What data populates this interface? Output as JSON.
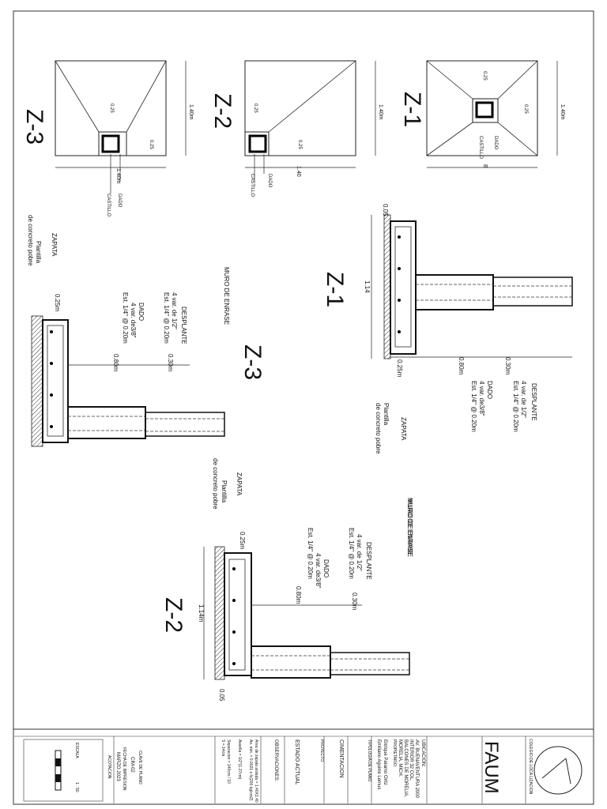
{
  "zapatas": {
    "z1": {
      "title": "Z-1",
      "dim_top": "1.40m",
      "dim_bottom": "B",
      "dado_w": "0.25",
      "dado_h": "0.25",
      "dado": "DADO",
      "castillo": "CASTILLO"
    },
    "z2": {
      "title": "Z-2",
      "dim_top": "1.40m",
      "dim_bottom": "1.40",
      "dado_w": "0.25",
      "dado_h": "0.25",
      "dado": "DADO",
      "castillo": "CASTILLO"
    },
    "z3": {
      "title": "Z-3",
      "dim_top": "1.40m",
      "dim_bottom": "1.40m",
      "dado_w": "0.25",
      "dado_h": "0.25",
      "dado": "DADO",
      "castillo": "CASTILLO"
    }
  },
  "sections": {
    "z1": {
      "title": "Z-1",
      "muro": "MURO DE ENRASE",
      "desplante": "DESPLANTE",
      "var12": "4 var. de 1/2\"",
      "est1": "Est. 1/4\" @ 0.20m",
      "dado": "DADO",
      "var38": "4 var. de3/8\"",
      "est2": "Est. 1/4\" @ 0.20m",
      "zapata": "ZAPATA",
      "plantilla": "Plantilla",
      "concreto": "de concreto pobre",
      "dim_030": "0.30m",
      "dim_080": "0.80m",
      "dim_025": "0.25m",
      "dim_114": "1.14",
      "dim_005": "0.05"
    },
    "z2": {
      "title": "Z-2",
      "muro": "MURO DE ENRASE",
      "desplante": "DESPLANTE",
      "var12": "4 var. de 1/2\"",
      "est1": "Est. 1/4\" @ 0.20m",
      "dado": "DADO",
      "var38": "4 var. de3/8\"",
      "est2": "Est. 1/4\" @ 0.20m",
      "zapata": "ZAPATA",
      "plantilla": "Plantilla",
      "concreto": "de concreto pobre",
      "dim_030": "0.30m",
      "dim_080": "0.80m",
      "dim_025": "0.25m",
      "dim_114": "1.14m",
      "dim_005": "0.05"
    },
    "z3": {
      "title": "Z-3",
      "muro": "MURO DE ENRASE",
      "desplante": "DESPLANTE",
      "var12": "4 var. de 1/2\"",
      "est1": "Est. 1/4\" @ 0.20m",
      "dado": "DADO",
      "var38": "4 var. de3/8\"",
      "est2": "Est. 1/4\" @ 0.20m",
      "zapata": "ZAPATA",
      "plantilla": "Plantilla",
      "concreto": "de concreto pobre",
      "dim_030": "0.30m",
      "dim_080": "0.80m",
      "dim_025": "0.25m"
    }
  },
  "title_block": {
    "school": "COLEGIO DE LOCA LIZACION",
    "brand": "FAUM",
    "ubicacion_label": "UBICACION:",
    "address1": "AV. BUENAVENTURA 2000",
    "address2": "INTERIOR 32 COL.",
    "address3": "BALCONES DE MORELIA,",
    "address4": "MORELIA, MICH.",
    "propietario_label": "PROPIETARIO:",
    "owner1": "Enrique Paramo Ortiz",
    "owner2": "Emiliano Aguirre Lemus",
    "tipologia_label": "TIPOLOGIA DE PLANO",
    "tipologia": "CIMENTACION",
    "proyecto_label": "PROYECTO",
    "estado": "ESTADO ACTUAL",
    "obs_label": "OBSERVACIONES:",
    "notes1": "Area de zapata aislada = 1.40X1.40",
    "notes2": "As. min. = 0.0021 x fc(200 kg/cm2)",
    "notes3": "Avarilla = 1/2\"(1.27cm)",
    "notes4": "Separacion = 140cm / 10",
    "notes5": "S = 14cm",
    "clave_label": "CLAVE DE PLANO",
    "clave": "CIM-02",
    "fecha_label": "FECHA DE IMPRESION",
    "fecha": "MARZO 2023",
    "acot_label": "ACOTACION",
    "escala_label": "ESCALA",
    "escala": "1 : 50"
  }
}
